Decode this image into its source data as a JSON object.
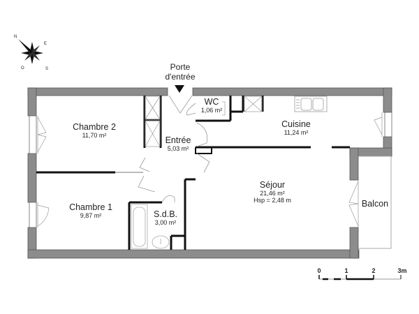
{
  "plan": {
    "entrance": {
      "line1": "Porte",
      "line2": "d'entrée"
    },
    "rooms": [
      {
        "id": "chambre-2",
        "name": "Chambre 2",
        "area": "11,70 m²"
      },
      {
        "id": "entree",
        "name": "Entrée",
        "area": "5,03 m²"
      },
      {
        "id": "wc",
        "name": "WC",
        "area": "1,06 m²"
      },
      {
        "id": "cuisine",
        "name": "Cuisine",
        "area": "11,24 m²"
      },
      {
        "id": "sejour",
        "name": "Séjour",
        "area": "21,46 m²",
        "extra": "Hsp = 2,48 m"
      },
      {
        "id": "chambre-1",
        "name": "Chambre 1",
        "area": "9,87 m²"
      },
      {
        "id": "sdb",
        "name": "S.d.B.",
        "area": "3,00 m²"
      },
      {
        "id": "balcon",
        "name": "Balcon"
      }
    ],
    "scale": {
      "ticks": [
        "0",
        "1",
        "2",
        "3m"
      ]
    },
    "compass": {
      "n": "N",
      "e": "E",
      "s": "S",
      "o": "O"
    },
    "colors": {
      "wall": "#8c8c8c",
      "wall_edge": "#555555",
      "partition": "#111111",
      "fixture": "#aaaaaa"
    }
  }
}
